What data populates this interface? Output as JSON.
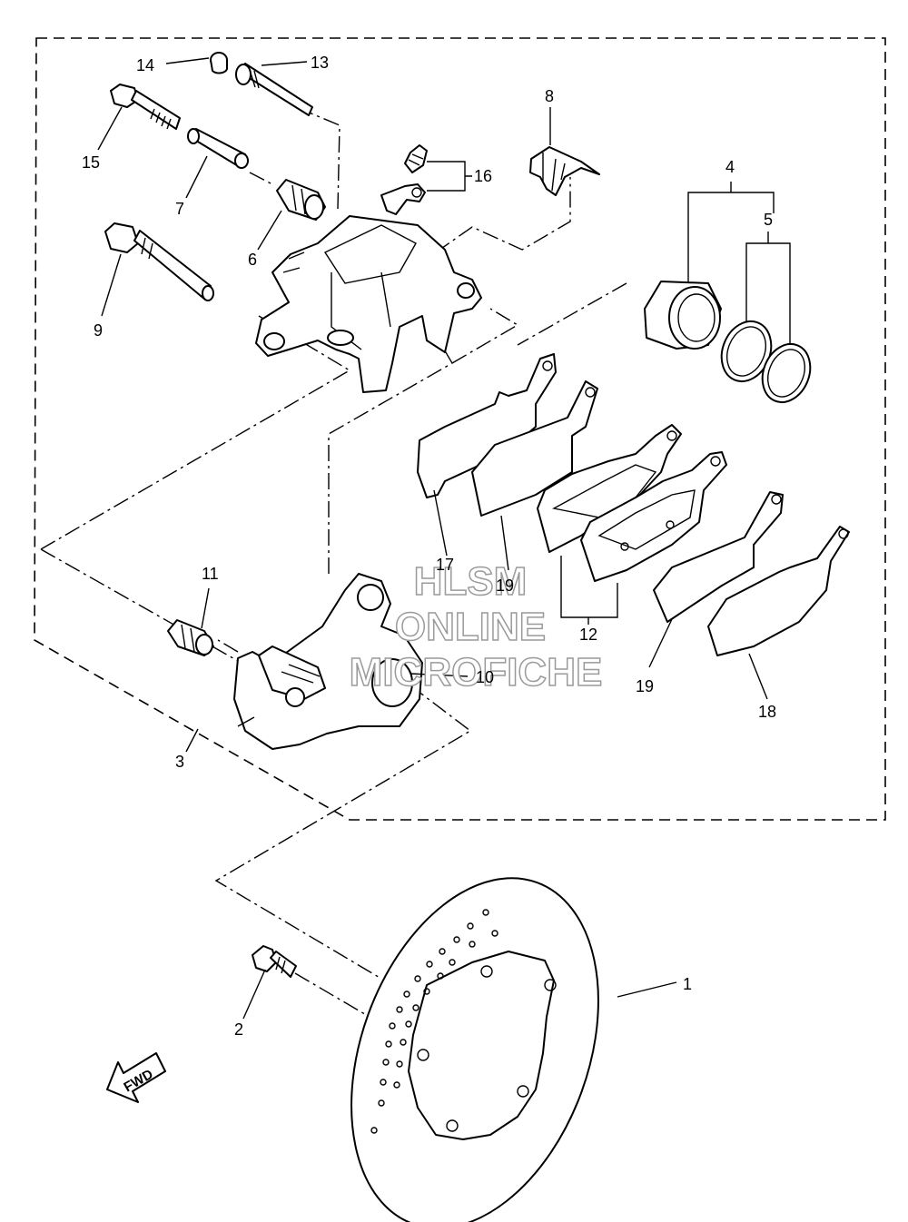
{
  "callouts": [
    "1",
    "2",
    "3",
    "4",
    "5",
    "6",
    "7",
    "8",
    "9",
    "10",
    "11",
    "12",
    "13",
    "14",
    "15",
    "16",
    "17",
    "18",
    "19",
    "19"
  ],
  "watermark": {
    "line1": "HLSM",
    "line2": "ONLINE",
    "line3": "MICROFICHE"
  },
  "direction_label": "FWD"
}
